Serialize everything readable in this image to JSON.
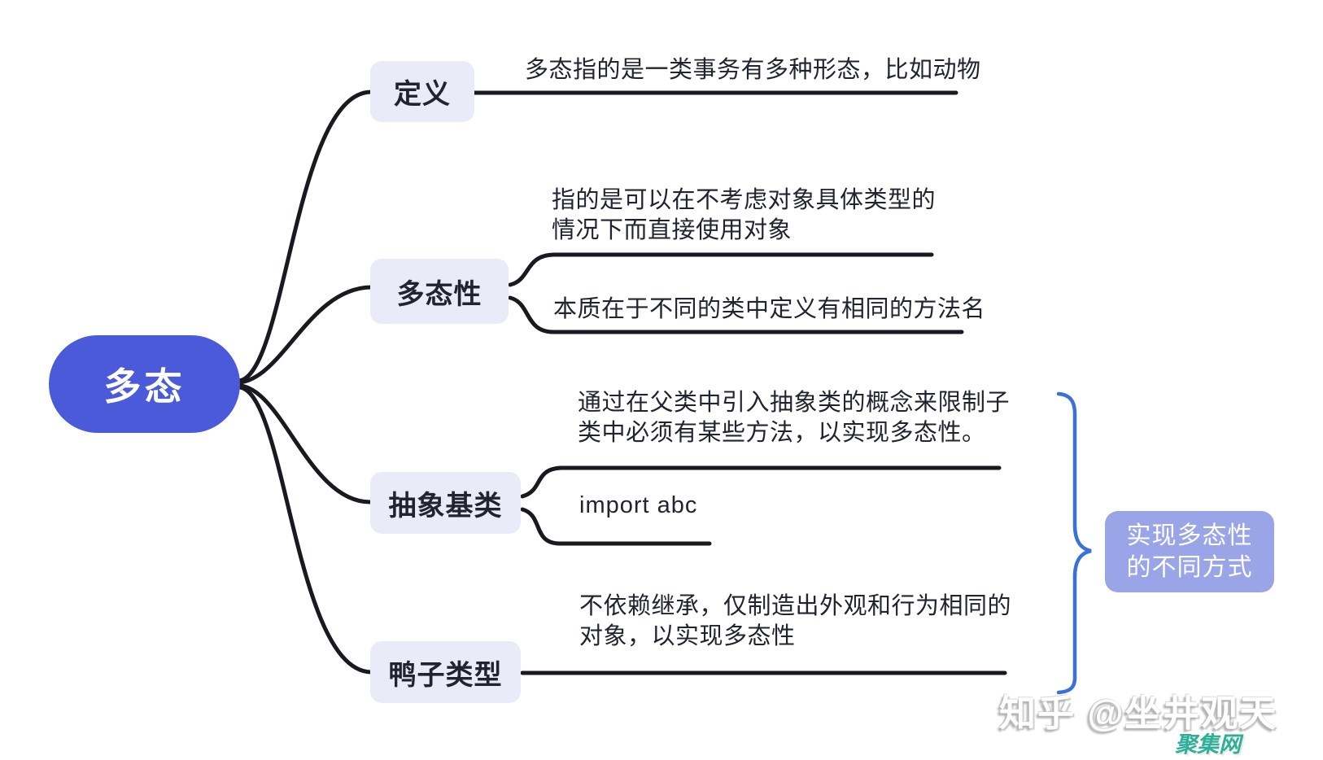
{
  "canvas": {
    "background": "#ffffff"
  },
  "colors": {
    "root_fill": "#4A5AD9",
    "root_text": "#ffffff",
    "branch_fill": "#E9EBF8",
    "node_text": "#212430",
    "connector_line": "#191A1F",
    "brace_blue": "#3A70D8",
    "group_label_fill": "#99A5E6",
    "group_label_text": "#ffffff",
    "site_watermark_green": "#2FAF97"
  },
  "root": {
    "label": "多态"
  },
  "branches": [
    {
      "label": "定义",
      "leaves": [
        "多态指的是一类事务有多种形态，比如动物"
      ]
    },
    {
      "label": "多态性",
      "leaves": [
        "指的是可以在不考虑对象具体类型的\n情况下而直接使用对象",
        "本质在于不同的类中定义有相同的方法名"
      ]
    },
    {
      "label": "抽象基类",
      "leaves": [
        "通过在父类中引入抽象类的概念来限制子\n类中必须有某些方法，以实现多态性。",
        "import abc"
      ]
    },
    {
      "label": "鸭子类型",
      "leaves": [
        "不依赖继承，仅制造出外观和行为相同的\n对象，以实现多态性"
      ]
    }
  ],
  "group_label": {
    "text": "实现多态性\n的不同方式"
  },
  "watermark": {
    "zhihu": "知乎 @坐井观天",
    "site": "聚集网"
  }
}
